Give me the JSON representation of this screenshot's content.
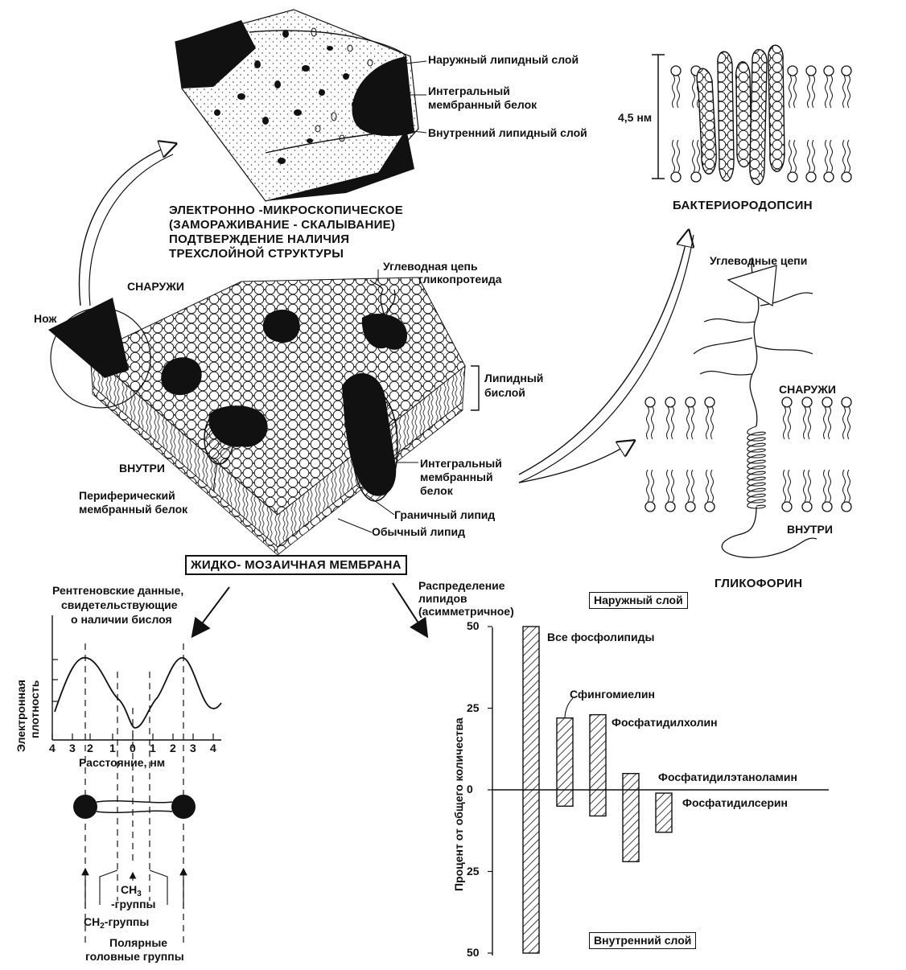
{
  "freeze_fracture": {
    "outer_lipid_layer": "Наружный липидный слой",
    "integral_protein_line1": "Интегральный",
    "integral_protein_line2": "мембранный белок",
    "inner_lipid_layer": "Внутренний липидный слой"
  },
  "em_caption": [
    "ЭЛЕКТРОННО -МИКРОСКОПИЧЕСКОЕ",
    "(ЗАМОРАЖИВАНИЕ - СКАЛЫВАНИЕ)",
    "ПОДТВЕРЖДЕНИЕ НАЛИЧИЯ",
    "ТРЕХСЛОЙНОЙ СТРУКТУРЫ"
  ],
  "bacteriorhodopsin": {
    "thickness": "4,5 нм",
    "title": "БАКТЕРИОРОДОПСИН"
  },
  "membrane": {
    "outside": "СНАРУЖИ",
    "inside": "ВНУТРИ",
    "knife": "Нож",
    "glycoprotein_chain_1": "Углеводная цепь",
    "glycoprotein_chain_2": "гликопротеида",
    "bilayer_1": "Липидный",
    "bilayer_2": "бислой",
    "integral_1": "Интегральный",
    "integral_2": "мембранный",
    "integral_3": "белок",
    "peripheral_1": "Периферический",
    "peripheral_2": "мембранный белок",
    "boundary_lipid": "Граничный липид",
    "ordinary_lipid": "Обычный липид",
    "title": "ЖИДКО- МОЗАИЧНАЯ МЕМБРАНА"
  },
  "glycophorin": {
    "carbohydrate_chains": "Углеводные цепи",
    "outside": "СНАРУЖИ",
    "inside": "ВНУТРИ",
    "title": "ГЛИКОФОРИН"
  },
  "xray": {
    "caption": [
      "Рентгеновские данные,",
      "свидетельствующие",
      "о наличии бислоя"
    ],
    "ylabel_1": "Электронная",
    "ylabel_2": "плотность",
    "xlabel": "Расстояние, нм",
    "ticks": [
      "4",
      "3",
      "2",
      "1",
      "0",
      "1",
      "2",
      "3",
      "4"
    ],
    "ch3": "CH",
    "ch3_sub": "3",
    "ch3_groups": "-группы",
    "ch2": "CH",
    "ch2_sub": "2",
    "ch2_groups": "-группы",
    "polar_1": "Полярные",
    "polar_2": "головные группы"
  },
  "distribution_caption": [
    "Распределение",
    "липидов",
    "(асимметричное)"
  ],
  "chart_data": {
    "type": "bar",
    "title": "",
    "ylabel": "Процент от общего количества",
    "outer_label": "Наружный слой",
    "inner_label": "Внутренний слой",
    "y_ticks_outer": [
      "50",
      "25",
      "0"
    ],
    "y_ticks_inner": [
      "25",
      "50"
    ],
    "ylim": [
      -50,
      50
    ],
    "categories": [
      "Все фосфолипиды",
      "Сфингомиелин",
      "Фосфатидилхолин",
      "Фосфатидилэтаноламин",
      "Фосфатидилсерин"
    ],
    "outer_values": [
      50,
      22,
      23,
      5,
      -1
    ],
    "inner_values": [
      50,
      5,
      8,
      22,
      13
    ]
  }
}
